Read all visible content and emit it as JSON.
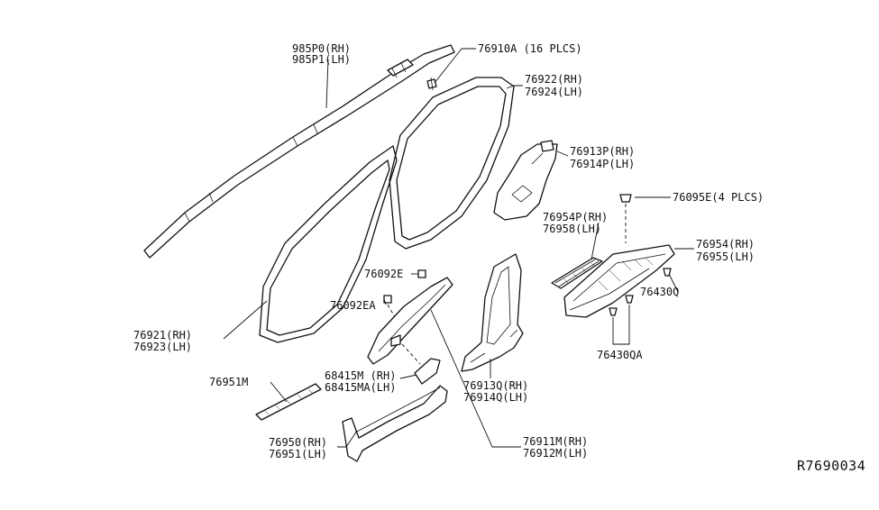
{
  "diagram": {
    "reference_code": "R7690034",
    "labels": {
      "p985p0": "985P0(RH)",
      "p985p1": "985P1(LH)",
      "p76910a": "76910A (16 PLCS)",
      "p76922": "76922(RH)",
      "p76924": "76924(LH)",
      "p76913p": "76913P(RH)",
      "p76914p": "76914P(LH)",
      "p76095e": "76095E(4 PLCS)",
      "p76954p": "76954P(RH)",
      "p76958": "76958(LH)",
      "p76954": "76954(RH)",
      "p76955": "76955(LH)",
      "p76430q": "76430Q",
      "p76430qa": "76430QA",
      "p76092e": "76092E",
      "p76092ea": "76092EA",
      "p76921": "76921(RH)",
      "p76923": "76923(LH)",
      "p68415m": "68415M (RH)",
      "p68415ma": "68415MA(LH)",
      "p76951m": "76951M",
      "p76913q": "76913Q(RH)",
      "p76914q": "76914Q(LH)",
      "p76950": "76950(RH)",
      "p76951": "76951(LH)",
      "p76911m": "76911M(RH)",
      "p76912m": "76912M(LH)"
    }
  }
}
